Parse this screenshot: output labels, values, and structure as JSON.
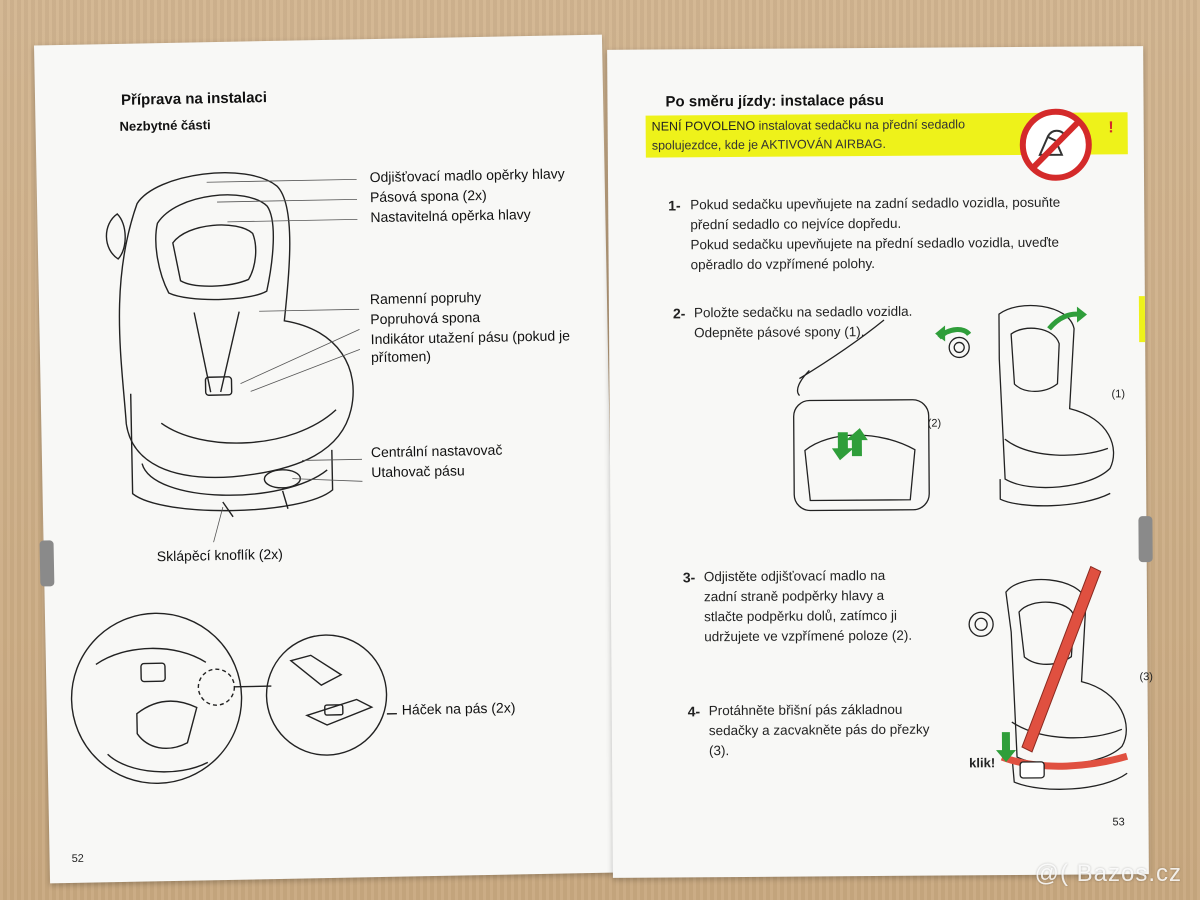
{
  "left_page": {
    "title": "Příprava na instalaci",
    "subtitle": "Nezbytné části",
    "labels": [
      "Odjišťovací madlo opěrky hlavy",
      "Pásová spona (2x)",
      "Nastavitelná opěrka hlavy",
      "Ramenní popruhy",
      "Popruhová spona",
      "Indikátor utažení pásu (pokud je",
      "přítomen)",
      "Centrální nastavovač",
      "Utahovač pásu",
      "Sklápěcí knoflík (2x)",
      "Háček na pás (2x)"
    ],
    "page_number": "52"
  },
  "right_page": {
    "title": "Po směru jízdy: instalace pásu",
    "warning": {
      "line1_strong": "NENÍ POVOLENO",
      "line1_rest": " instalovat sedačku na přední sedadlo",
      "line2": "spolujezdce, kde je AKTIVOVÁN AIRBAG.",
      "exclamation": "!"
    },
    "steps": [
      {
        "num": "1-",
        "lines": [
          "Pokud sedačku upevňujete na zadní sedadlo vozidla, posuňte",
          "přední sedadlo co nejvíce dopředu.",
          "Pokud sedačku upevňujete na přední sedadlo vozidla, uveďte",
          "opěradlo do vzpřímené polohy."
        ]
      },
      {
        "num": "2-",
        "lines": [
          "Položte sedačku na sedadlo vozidla.",
          "Odepněte pásové spony (1)."
        ]
      },
      {
        "num": "3-",
        "lines": [
          "Odjistěte odjišťovací madlo na",
          "zadní straně podpěrky hlavy a",
          "stlačte podpěrku dolů, zatímco ji",
          "udržujete ve vzpřímené poloze (2)."
        ]
      },
      {
        "num": "4-",
        "lines": [
          "Protáhněte břišní pás základnou",
          "sedačky a zacvakněte pás do přezky",
          "(3)."
        ]
      }
    ],
    "figure_labels": {
      "fig1": "(1)",
      "fig2": "(2)",
      "fig3": "(3)",
      "klik": "klik!"
    },
    "page_number": "53"
  },
  "watermark": "@( Bazos.cz",
  "colors": {
    "warning_bg": "#eef21a",
    "prohibition_red": "#d42a2a",
    "belt_red": "#e05040",
    "arrow_green": "#2f9e3a"
  }
}
